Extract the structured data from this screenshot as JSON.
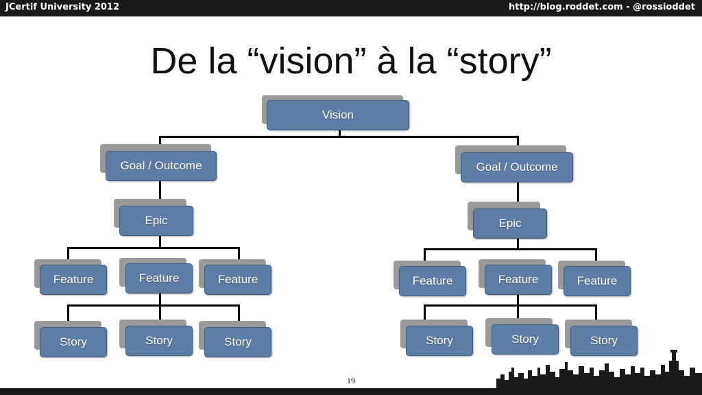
{
  "header": {
    "left_text": "JCertif University 2012",
    "right_text": "http://blog.roddet.com   -   @rossioddet"
  },
  "title": "De la “vision” à la “story”",
  "page_number": "19",
  "nodes": {
    "vision": "Vision",
    "left_goal": "Goal / Outcome",
    "right_goal": "Goal / Outcome",
    "left_epic": "Epic",
    "right_epic": "Epic",
    "left_features": [
      "Feature",
      "Feature",
      "Feature"
    ],
    "right_features": [
      "Feature",
      "Feature",
      "Feature"
    ],
    "left_stories": [
      "Story",
      "Story",
      "Story"
    ],
    "right_stories": [
      "Story",
      "Story",
      "Story"
    ]
  },
  "colors": {
    "node_fill": "#5d7ea4",
    "node_shadow": "#9a9a9a",
    "connector": "#000000",
    "bars": "#1a1a1a"
  }
}
